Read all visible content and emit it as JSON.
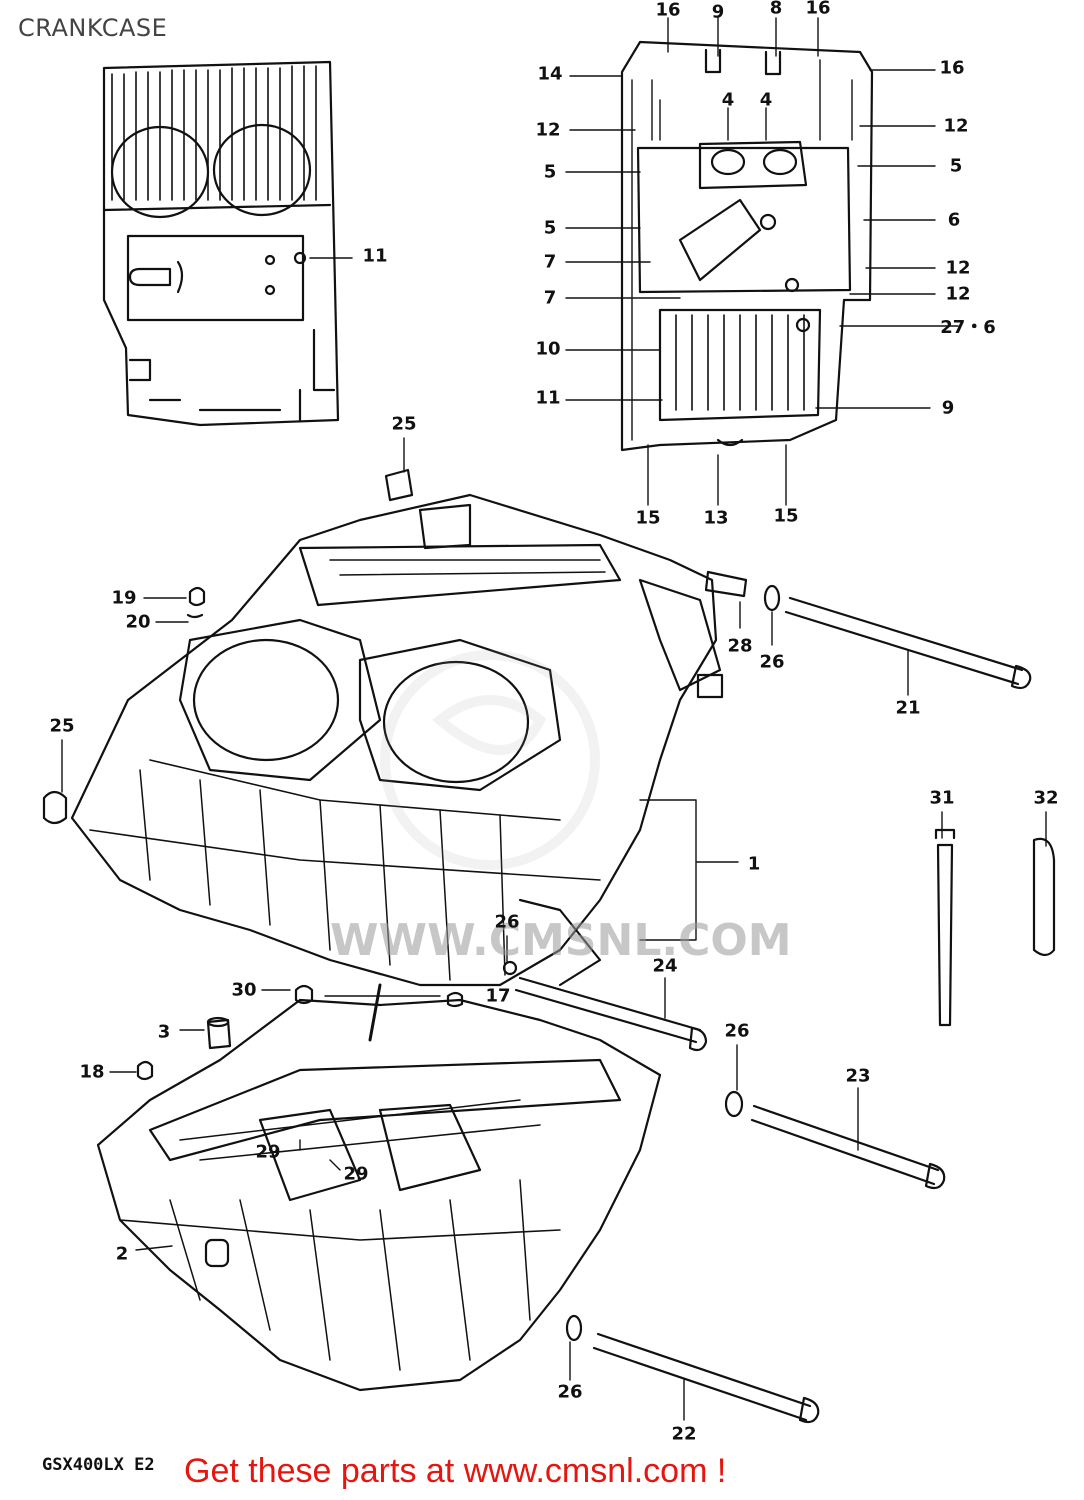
{
  "page": {
    "title": "CRANKCASE",
    "model_code": "GSX400LX E2",
    "promo_text": "Get these parts at www.cmsnl.com !",
    "watermark_text": "WWW.CMSNL.COM",
    "watermark_logo_text": "CMS"
  },
  "colors": {
    "line": "#111111",
    "promo": "#e4160f",
    "watermark": "#9a9a9a"
  },
  "callouts": [
    {
      "id": "c16a",
      "label": "16"
    },
    {
      "id": "c9a",
      "label": "9"
    },
    {
      "id": "c8",
      "label": "8"
    },
    {
      "id": "c16b",
      "label": "16"
    },
    {
      "id": "c14",
      "label": "14"
    },
    {
      "id": "c16c",
      "label": "16"
    },
    {
      "id": "c4a",
      "label": "4"
    },
    {
      "id": "c4b",
      "label": "4"
    },
    {
      "id": "c12a",
      "label": "12"
    },
    {
      "id": "c12b",
      "label": "12"
    },
    {
      "id": "c5a",
      "label": "5"
    },
    {
      "id": "c5b",
      "label": "5"
    },
    {
      "id": "c5c",
      "label": "5"
    },
    {
      "id": "c6",
      "label": "6"
    },
    {
      "id": "c7a",
      "label": "7"
    },
    {
      "id": "c12c",
      "label": "12"
    },
    {
      "id": "c7b",
      "label": "7"
    },
    {
      "id": "c12d",
      "label": "12"
    },
    {
      "id": "c27",
      "label": "27・6"
    },
    {
      "id": "c10",
      "label": "10"
    },
    {
      "id": "c11a",
      "label": "11"
    },
    {
      "id": "c9b",
      "label": "9"
    },
    {
      "id": "c15a",
      "label": "15"
    },
    {
      "id": "c13",
      "label": "13"
    },
    {
      "id": "c15b",
      "label": "15"
    },
    {
      "id": "c11b",
      "label": "11"
    },
    {
      "id": "c25a",
      "label": "25"
    },
    {
      "id": "c19",
      "label": "19"
    },
    {
      "id": "c20",
      "label": "20"
    },
    {
      "id": "c28",
      "label": "28"
    },
    {
      "id": "c26a",
      "label": "26"
    },
    {
      "id": "c21",
      "label": "21"
    },
    {
      "id": "c25b",
      "label": "25"
    },
    {
      "id": "c31",
      "label": "31"
    },
    {
      "id": "c32",
      "label": "32"
    },
    {
      "id": "c1",
      "label": "1"
    },
    {
      "id": "c26b",
      "label": "26"
    },
    {
      "id": "c24",
      "label": "24"
    },
    {
      "id": "c30",
      "label": "30"
    },
    {
      "id": "c17",
      "label": "17"
    },
    {
      "id": "c3",
      "label": "3"
    },
    {
      "id": "c26c",
      "label": "26"
    },
    {
      "id": "c18",
      "label": "18"
    },
    {
      "id": "c23",
      "label": "23"
    },
    {
      "id": "c29a",
      "label": "29"
    },
    {
      "id": "c29b",
      "label": "29"
    },
    {
      "id": "c2",
      "label": "2"
    },
    {
      "id": "c26d",
      "label": "26"
    },
    {
      "id": "c22",
      "label": "22"
    }
  ]
}
